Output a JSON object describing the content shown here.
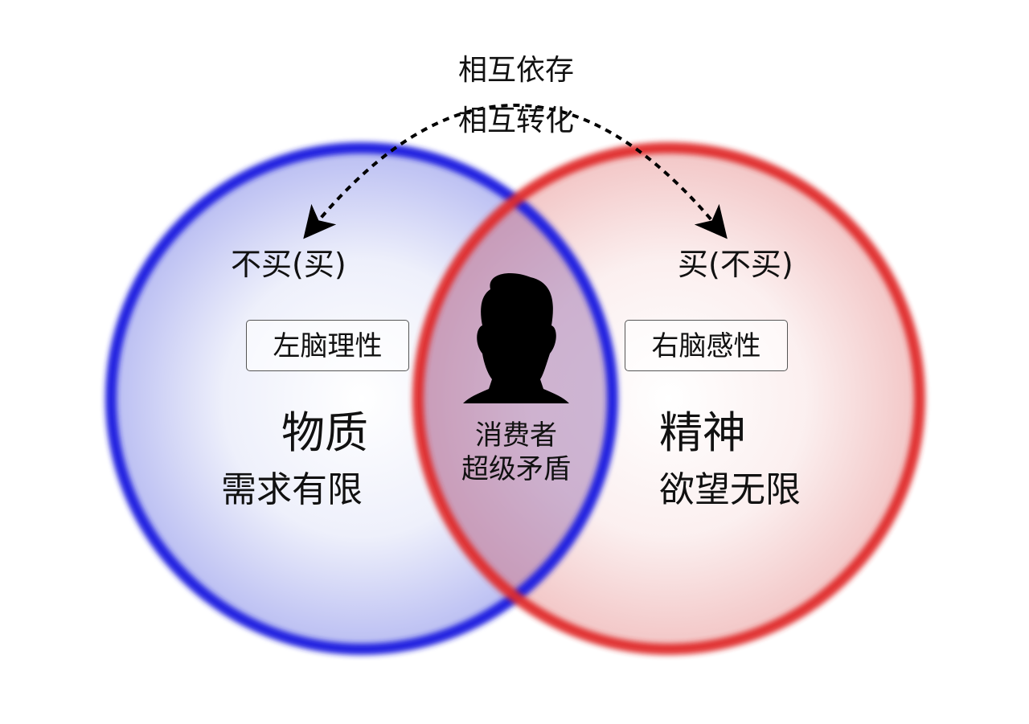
{
  "top": {
    "line1": "相互依存",
    "line2": "相互转化"
  },
  "left": {
    "buy": "不买(买)",
    "box": "左脑理性",
    "title": "物质",
    "subtitle": "需求有限",
    "color": "#2020e0"
  },
  "right": {
    "buy": "买(不买)",
    "box": "右脑感性",
    "title": "精神",
    "subtitle": "欲望无限",
    "color": "#e02a2a"
  },
  "center": {
    "icon": "person-silhouette-icon",
    "line1": "消费者",
    "line2": "超级矛盾"
  },
  "arrow": {
    "icon": "double-headed-dashed-arrow-icon"
  }
}
